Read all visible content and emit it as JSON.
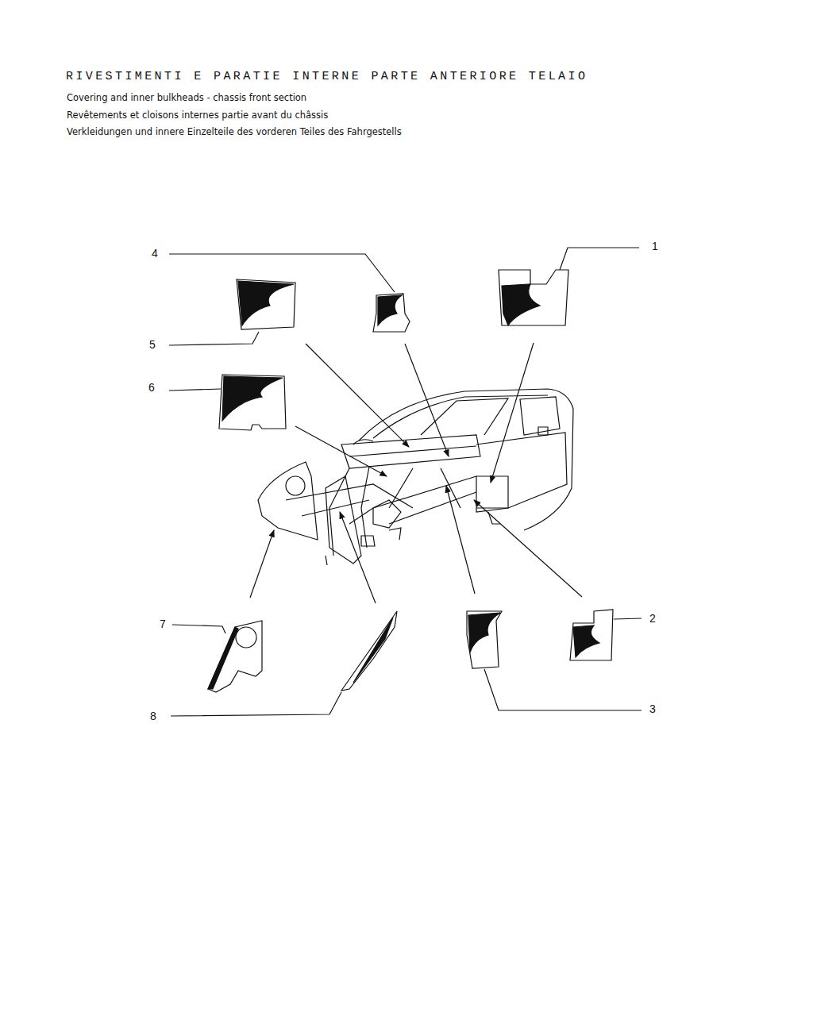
{
  "diagram": {
    "title": "RIVESTIMENTI E PARATIE INTERNE PARTE ANTERIORE TELAIO",
    "labels": [
      "Covering and inner bulkheads - chassis front section",
      "Revêtements et cloisons internes partie avant du châssis",
      "Verkleidungen und innere Einzelteile des vorderen Teiles des Fahrgestells",
      "4",
      "1",
      "5",
      "6",
      "7",
      "2",
      "3",
      "8"
    ]
  }
}
